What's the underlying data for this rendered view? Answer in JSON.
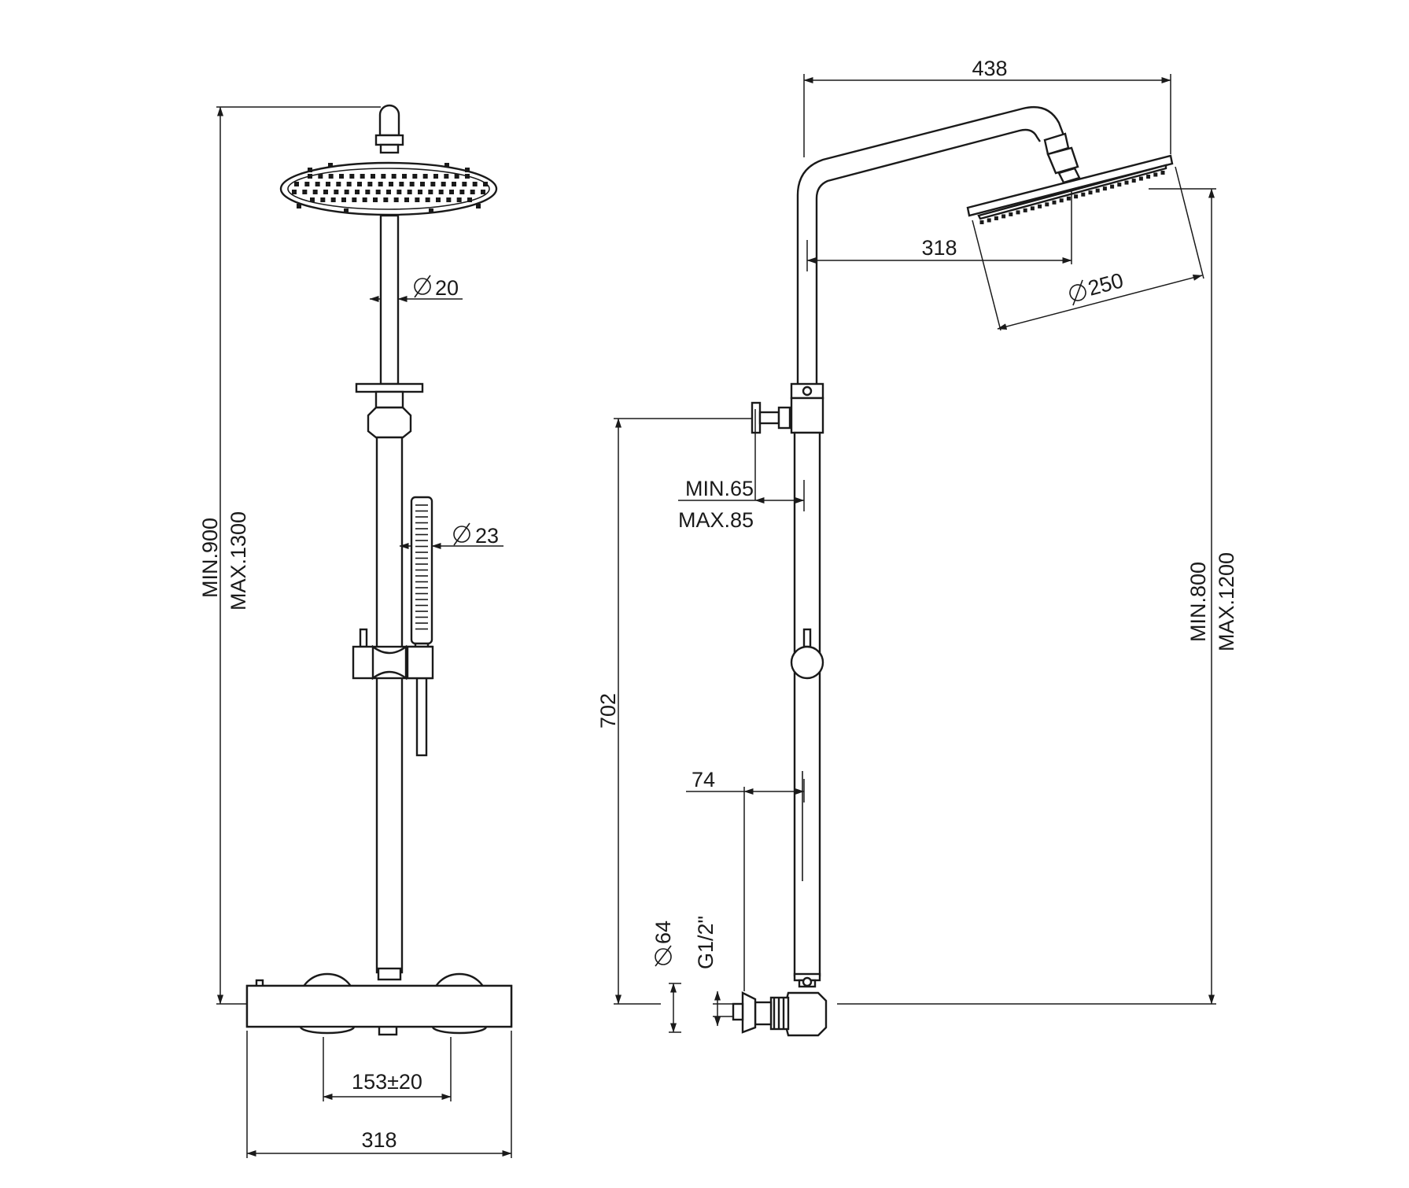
{
  "front_view": {
    "height_min": "MIN.900",
    "height_max": "MAX.1300",
    "pipe_diameter": "20",
    "handshower_diameter": "23",
    "inlet_spacing": "153±20",
    "mixer_width": "318"
  },
  "side_view": {
    "arm_projection": "438",
    "head_offset": "318",
    "head_diameter": "250",
    "wall_distance_min": "MIN.65",
    "wall_distance_max": "MAX.85",
    "bracket_height": "702",
    "rail_height_min": "MIN.800",
    "rail_height_max": "MAX.1200",
    "eccentric_offset": "74",
    "cover_diameter": "64",
    "thread": "G1/2\""
  }
}
